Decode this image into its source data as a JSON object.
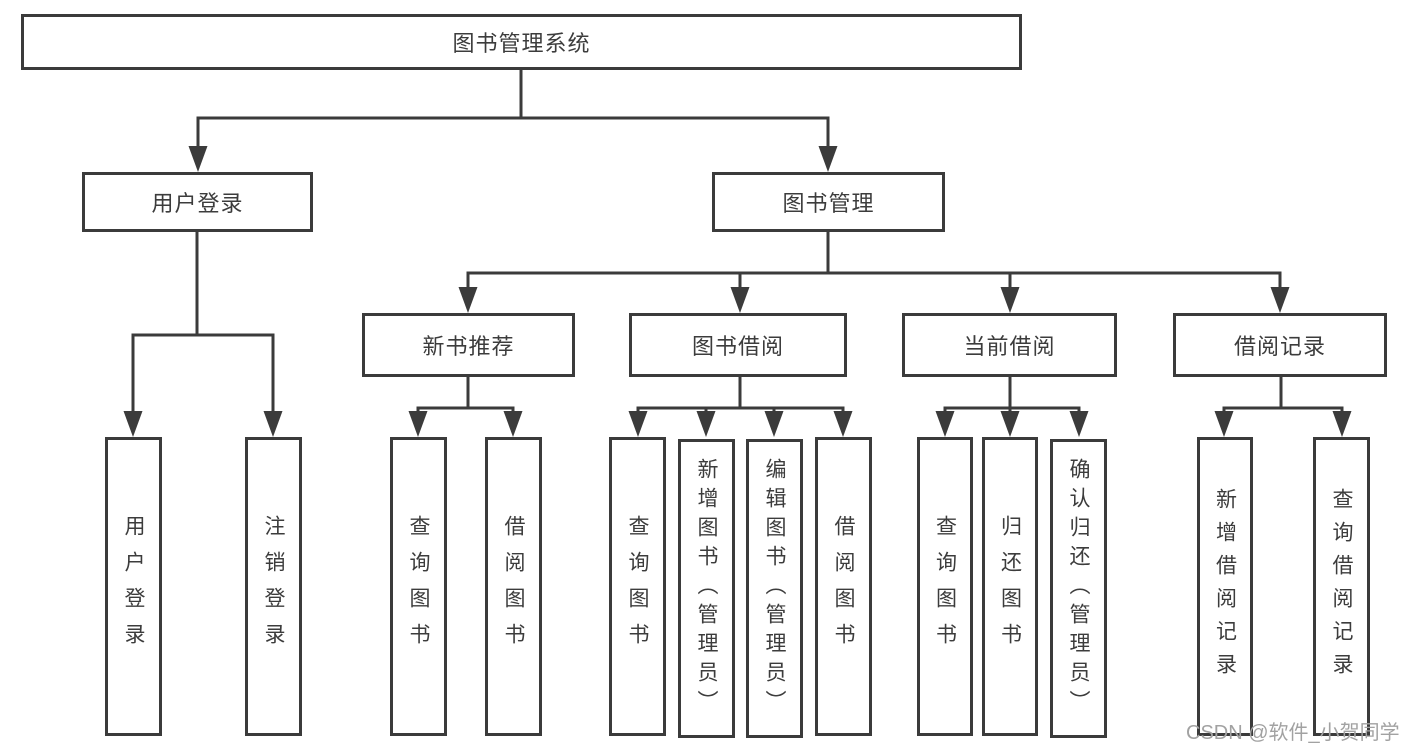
{
  "diagram": {
    "type": "function-structure-tree",
    "colors": {
      "line": "#3b3b3b",
      "text": "#3c3c3c",
      "watermark": "#a2a2a2",
      "background": "#ffffff"
    },
    "tree": {
      "root": {
        "label": "图书管理系统",
        "children": [
          {
            "label": "用户登录",
            "children": [
              {
                "label": "用户登录"
              },
              {
                "label": "注销登录"
              }
            ]
          },
          {
            "label": "图书管理",
            "children": [
              {
                "label": "新书推荐",
                "children": [
                  {
                    "label": "查询图书"
                  },
                  {
                    "label": "借阅图书"
                  }
                ]
              },
              {
                "label": "图书借阅",
                "children": [
                  {
                    "label": "查询图书"
                  },
                  {
                    "label": "新增图书（管理员）"
                  },
                  {
                    "label": "编辑图书（管理员）"
                  },
                  {
                    "label": "借阅图书"
                  }
                ]
              },
              {
                "label": "当前借阅",
                "children": [
                  {
                    "label": "查询图书"
                  },
                  {
                    "label": "归还图书"
                  },
                  {
                    "label": "确认归还（管理员）"
                  }
                ]
              },
              {
                "label": "借阅记录",
                "children": [
                  {
                    "label": "新增借阅记录"
                  },
                  {
                    "label": "查询借阅记录"
                  }
                ]
              }
            ]
          }
        ]
      }
    },
    "watermark": "CSDN @软件_小贺同学"
  }
}
